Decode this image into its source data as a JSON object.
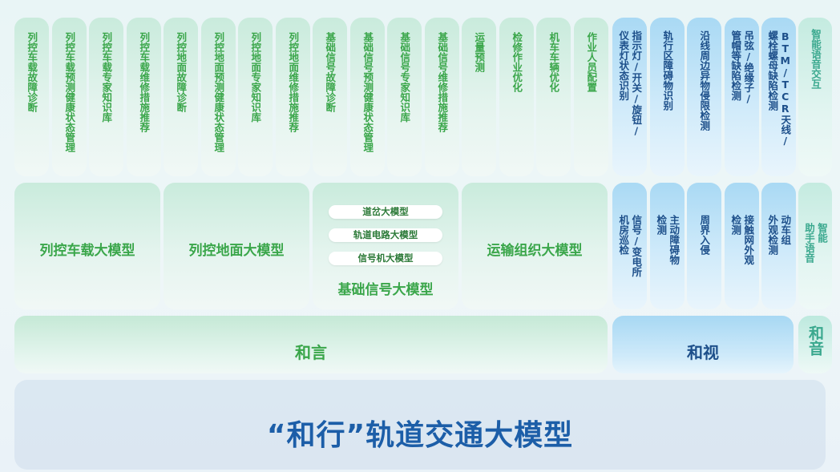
{
  "top_row": {
    "green": [
      [
        "列控车载故障诊断"
      ],
      [
        "列控车载预测健康状态管理"
      ],
      [
        "列控车载专家知识库"
      ],
      [
        "列控车载维修措施推荐"
      ],
      [
        "列控地面故障诊断"
      ],
      [
        "列控地面预测健康状态管理"
      ],
      [
        "列控地面专家知识库"
      ],
      [
        "列控地面维修措施推荐"
      ],
      [
        "基础信号故障诊断"
      ],
      [
        "基础信号预测健康状态管理"
      ],
      [
        "基础信号专家知识库"
      ],
      [
        "基础信号维修措施推荐"
      ],
      [
        "运量预测"
      ],
      [
        "检修作业优化"
      ],
      [
        "机车车辆优化"
      ],
      [
        "作业人员配置"
      ]
    ],
    "blue": [
      [
        "指示灯/开关/旋钮/",
        "仪表灯状态识别"
      ],
      [
        "轨行区障碍物识别"
      ],
      [
        "沿线周边异物侵限检测"
      ],
      [
        "吊弦/绝缘子/",
        "管帽等缺陷检测"
      ],
      [
        "BTM/TCR天线/",
        "螺栓螺母缺陷检测"
      ]
    ],
    "teal": [
      "智能语音交互"
    ]
  },
  "middle_row": {
    "green_models": [
      "列控车载大模型",
      "列控地面大模型",
      "运输组织大模型"
    ],
    "signal_group": {
      "pills": [
        "道岔大模型",
        "轨道电路大模型",
        "信号机大模型"
      ],
      "label": "基础信号大模型"
    },
    "blue": [
      [
        "信号/变电所",
        "机房巡检"
      ],
      [
        "主动障碍物",
        "检测"
      ],
      [
        "周界入侵"
      ],
      [
        "接触网外观",
        "检测"
      ],
      [
        "动车组",
        "外观检测"
      ]
    ],
    "teal": [
      "智能",
      "助手语音"
    ]
  },
  "base_row": {
    "heyan": "和言",
    "heshi": "和视",
    "heyin": "和音"
  },
  "footer": {
    "title": "“和行”轨道交通大模型"
  }
}
